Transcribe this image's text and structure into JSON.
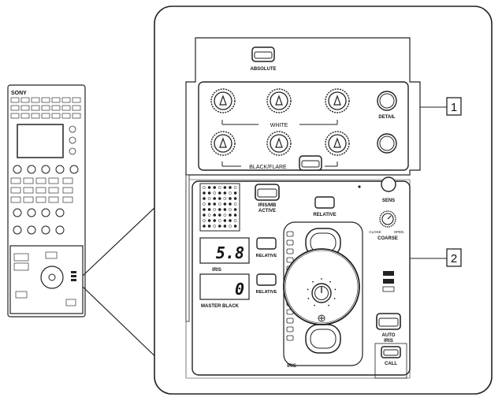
{
  "brand": "SONY",
  "buttons": {
    "absolute": "ABSOLUTE",
    "detail": "DETAIL",
    "relative": "RELATIVE",
    "relative_iris": "RELATIVE",
    "relative_mb": "RELATIVE",
    "iris_mb_active_line1": "IRIS/MB",
    "iris_mb_active_line2": "ACTIVE",
    "auto_iris_line1": "AUTO",
    "auto_iris_line2": "IRIS",
    "call": "CALL"
  },
  "labels": {
    "white": "WHITE",
    "black_flare": "BLACK/FLARE",
    "sens": "SENS",
    "coarse": "COARSE",
    "close": "CLOSE",
    "open": "OPEN",
    "iris": "IRIS",
    "iris_section": "IRIS",
    "master_black": "MASTER BLACK"
  },
  "displays": {
    "iris_value": "5.8",
    "master_black_value": "0"
  },
  "callouts": [
    "1",
    "2"
  ]
}
